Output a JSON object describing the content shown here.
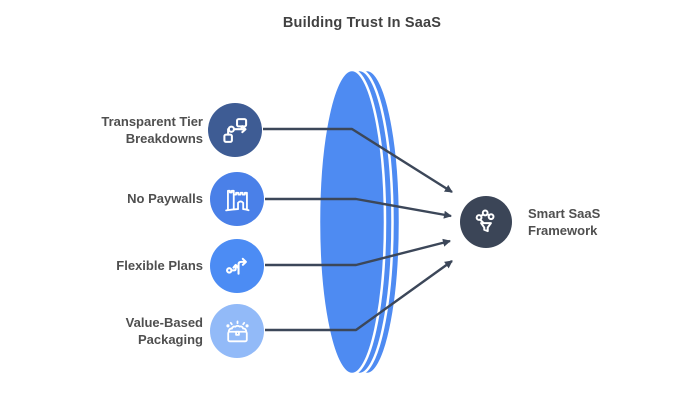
{
  "title": "Building Trust In SaaS",
  "colors": {
    "background": "#FFFFFF",
    "title_text": "#414141",
    "label_text": "#4F4F4F",
    "arrow": "#3C4759",
    "lens_fill": "#4E8BF2",
    "lens_outline": "#FFFFFF"
  },
  "factors": [
    {
      "label": "Transparent Tier Breakdowns",
      "icon": "workflow-icon",
      "color": "#3E5C94"
    },
    {
      "label": "No Paywalls",
      "icon": "paywall-wall-icon",
      "color": "#4A80E8"
    },
    {
      "label": "Flexible Plans",
      "icon": "flex-arrows-icon",
      "color": "#4C8CF4"
    },
    {
      "label": "Value-Based Packaging",
      "icon": "treasure-chest-icon",
      "color": "#92BAF8"
    }
  ],
  "outcome": {
    "label": "Smart SaaS Framework",
    "icon": "funnel-network-icon",
    "color": "#3B4557"
  }
}
